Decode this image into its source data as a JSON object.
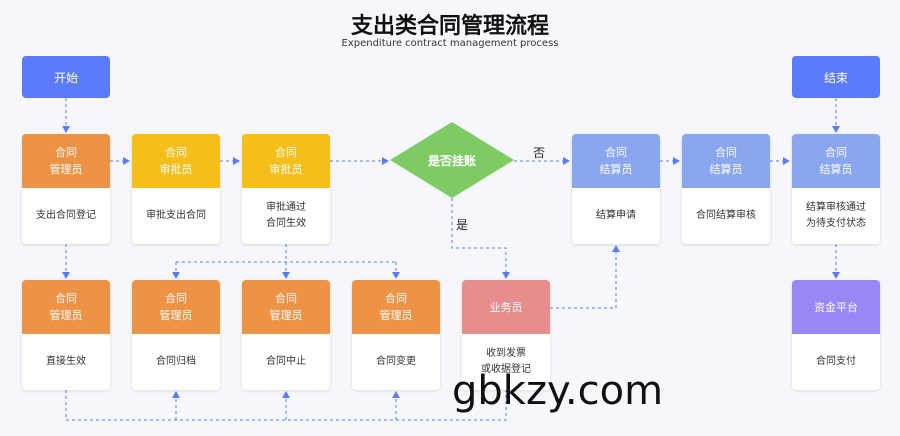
{
  "header": {
    "title": "支出类合同管理流程",
    "subtitle": "Expenditure contract management process"
  },
  "start_node": {
    "label": "开始"
  },
  "end_node": {
    "label": "结束"
  },
  "decision": {
    "label": "是否挂账",
    "yes_label": "是",
    "no_label": "否"
  },
  "cards": {
    "contract_admin_register": {
      "role": [
        "合同",
        "管理员"
      ],
      "action": [
        "支出合同登记"
      ]
    },
    "approver_review": {
      "role": [
        "合同",
        "审批员"
      ],
      "action": [
        "审批支出合同"
      ]
    },
    "approver_effective": {
      "role": [
        "合同",
        "审批员"
      ],
      "action": [
        "审批通过",
        "合同生效"
      ]
    },
    "settlement_request": {
      "role": [
        "合同",
        "结算员"
      ],
      "action": [
        "结算申请"
      ]
    },
    "settlement_review": {
      "role": [
        "合同",
        "结算员"
      ],
      "action": [
        "合同结算审核"
      ]
    },
    "settlement_pending": {
      "role": [
        "合同",
        "结算员"
      ],
      "action": [
        "结算审核通过",
        "为待支付状态"
      ]
    },
    "admin_effective": {
      "role": [
        "合同",
        "管理员"
      ],
      "action": [
        "直接生效"
      ]
    },
    "admin_archive": {
      "role": [
        "合同",
        "管理员"
      ],
      "action": [
        "合同归档"
      ]
    },
    "admin_terminate": {
      "role": [
        "合同",
        "管理员"
      ],
      "action": [
        "合同中止"
      ]
    },
    "admin_change": {
      "role": [
        "合同",
        "管理员"
      ],
      "action": [
        "合同变更"
      ]
    },
    "business_staff": {
      "role": [
        "业务员"
      ],
      "action": [
        "收到发票",
        "或收据登记"
      ]
    },
    "fund_platform": {
      "role": [
        "资金平台"
      ],
      "action": [
        "合同支付"
      ]
    }
  },
  "watermark": "gbkzy.com",
  "colors": {
    "orange": "#ee9345",
    "yellow": "#f5be18",
    "blue": "#8aa6ee",
    "red": "#e68d8d",
    "purple": "#9a86f4",
    "navy": "#5b7bfb",
    "decision": "#7ecb63",
    "line": "#5b7bfb"
  }
}
